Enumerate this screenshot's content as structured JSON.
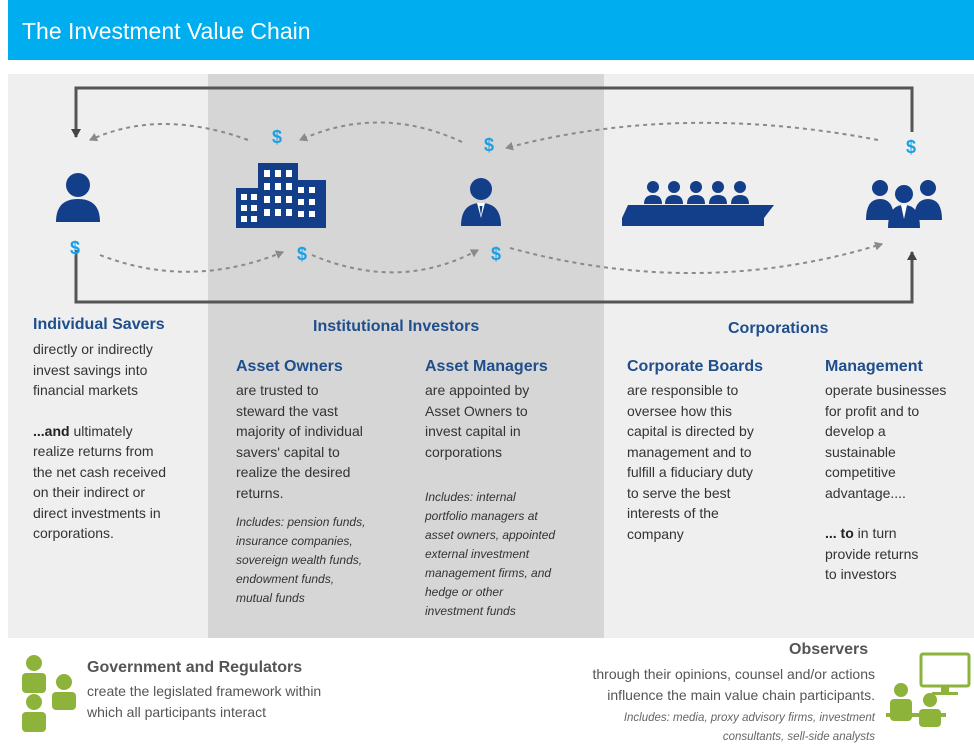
{
  "header": {
    "title": "The Investment Value Chain"
  },
  "dollar_sign": "$",
  "colors": {
    "accent": "#00adef",
    "heading": "#1f4e8c",
    "icon_navy": "#123e8a",
    "observer_green": "#8db33b"
  },
  "individual_savers": {
    "heading": "Individual Savers",
    "line1": "directly or indirectly",
    "line2": "invest savings into",
    "line3": "financial markets",
    "line4_bold": "...and",
    "line4_rest": " ultimately",
    "line5": "realize returns from",
    "line6": "the net cash received",
    "line7": "on their indirect or",
    "line8": "direct investments in",
    "line9": "corporations."
  },
  "institutional_investors": {
    "heading": "Institutional Investors"
  },
  "asset_owners": {
    "heading": "Asset Owners",
    "lines": [
      "are trusted to",
      "steward the vast",
      "majority of  individual",
      "savers' capital to",
      "realize the desired",
      "returns."
    ],
    "includes": [
      "Includes: pension funds,",
      "insurance companies,",
      "sovereign wealth funds,",
      "endowment funds,",
      "mutual funds"
    ]
  },
  "asset_managers": {
    "heading": "Asset Managers",
    "lines": [
      "are appointed  by",
      "Asset Owners to",
      "invest capital in",
      "corporations"
    ],
    "includes": [
      "Includes: internal",
      "portfolio managers at",
      "asset owners,  appointed",
      "external investment",
      "management firms, and",
      "hedge or other",
      "investment funds"
    ]
  },
  "corporations": {
    "heading": "Corporations"
  },
  "corporate_boards": {
    "heading": "Corporate Boards",
    "lines": [
      "are responsible to",
      "oversee how this",
      "capital is directed by",
      "management and to",
      "fulfill a fiduciary duty",
      "to serve the best",
      "interests of the",
      "company"
    ]
  },
  "management": {
    "heading": "Management",
    "lines": [
      "operate businesses",
      "for profit  and to",
      "develop a",
      "sustainable",
      "competitive",
      "advantage...."
    ],
    "lines2_bold": "... to",
    "lines2_first_rest": " in turn",
    "lines2": [
      "provide returns",
      "to investors"
    ]
  },
  "government": {
    "heading": "Government and Regulators",
    "lines": [
      "create the legislated  framework within",
      "which all participants  interact"
    ]
  },
  "observers": {
    "heading": "Observers",
    "lines": [
      "through their opinions,  counsel and/or  actions",
      "influence the main value chain participants."
    ],
    "includes": [
      "Includes: media, proxy advisory firms, investment",
      "consultants, sell-side analysts"
    ]
  }
}
